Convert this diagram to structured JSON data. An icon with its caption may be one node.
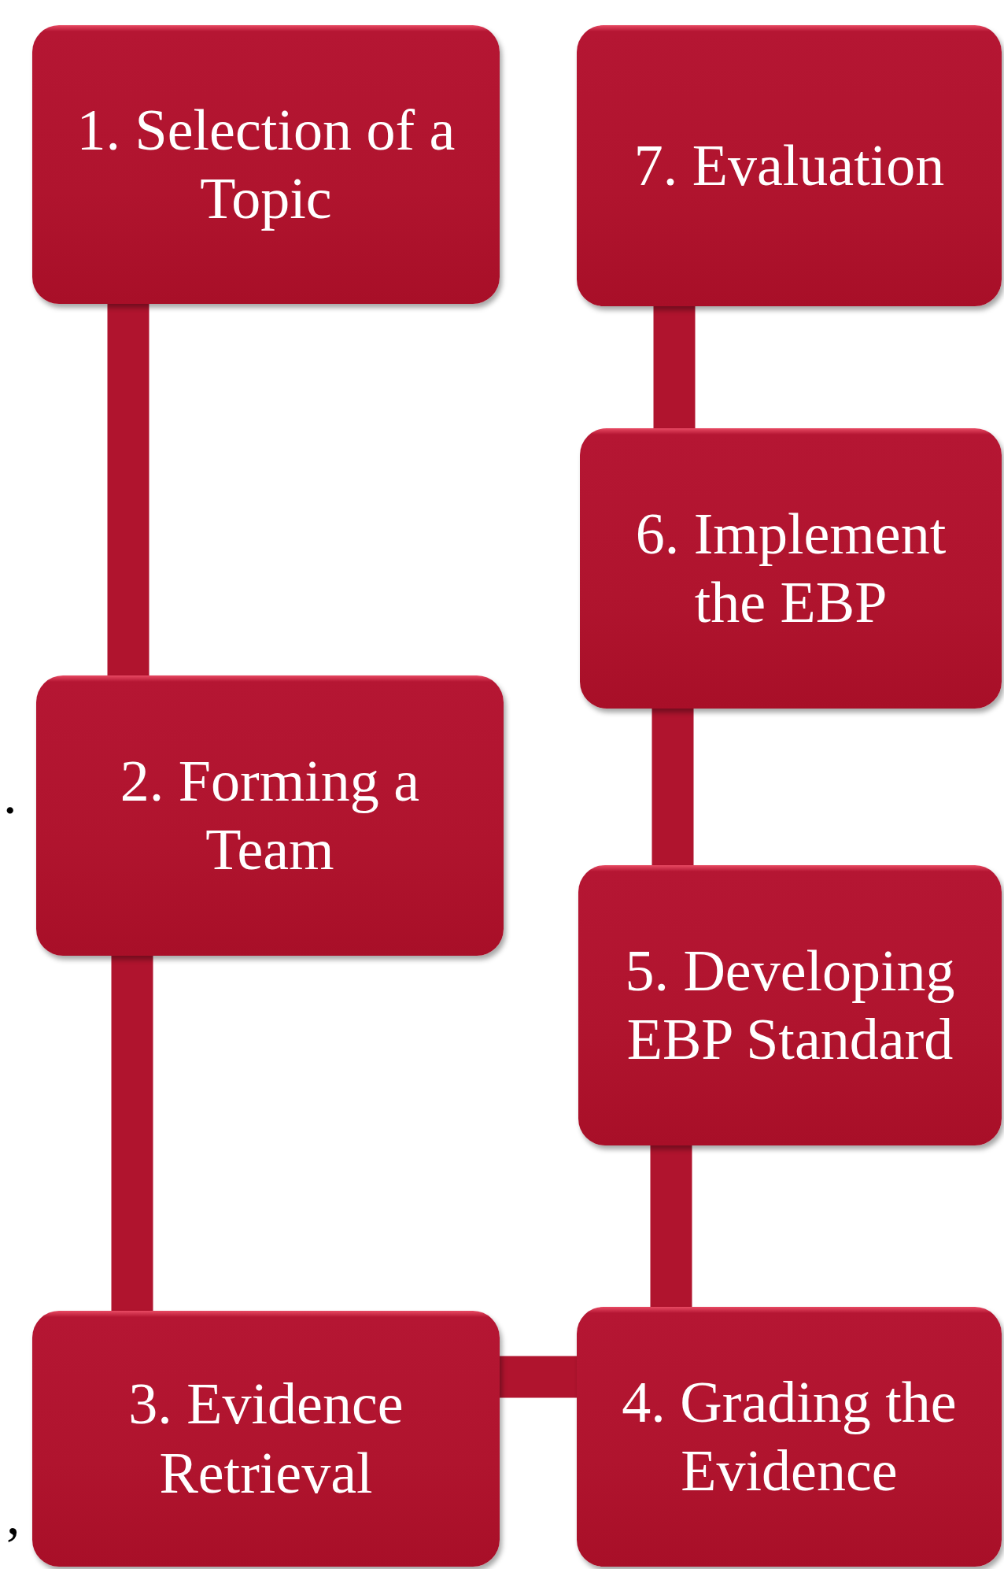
{
  "diagram": {
    "nodes": [
      {
        "text": [
          "1. Selection of a Topic"
        ]
      },
      {
        "text": [
          "2. Forming a Team"
        ]
      },
      {
        "text": [
          "3. Evidence Retrieval"
        ]
      },
      {
        "text": [
          "4. Grading the Evidence"
        ]
      },
      {
        "text": [
          "5. Developing EBP Standard"
        ]
      },
      {
        "text": [
          "6. Implement the EBP"
        ]
      },
      {
        "text": [
          "7. Evaluation"
        ]
      }
    ],
    "edges": [
      {
        "from": 0,
        "to": 1,
        "arrow": "none"
      },
      {
        "from": 1,
        "to": 2,
        "arrow": "none"
      },
      {
        "from": 2,
        "to": 3,
        "arrow": "none"
      },
      {
        "from": 3,
        "to": 4,
        "arrow": "none"
      },
      {
        "from": 4,
        "to": 5,
        "arrow": "none"
      },
      {
        "from": 5,
        "to": 6,
        "arrow": "none"
      }
    ],
    "labels": [
      ".",
      ","
    ]
  }
}
